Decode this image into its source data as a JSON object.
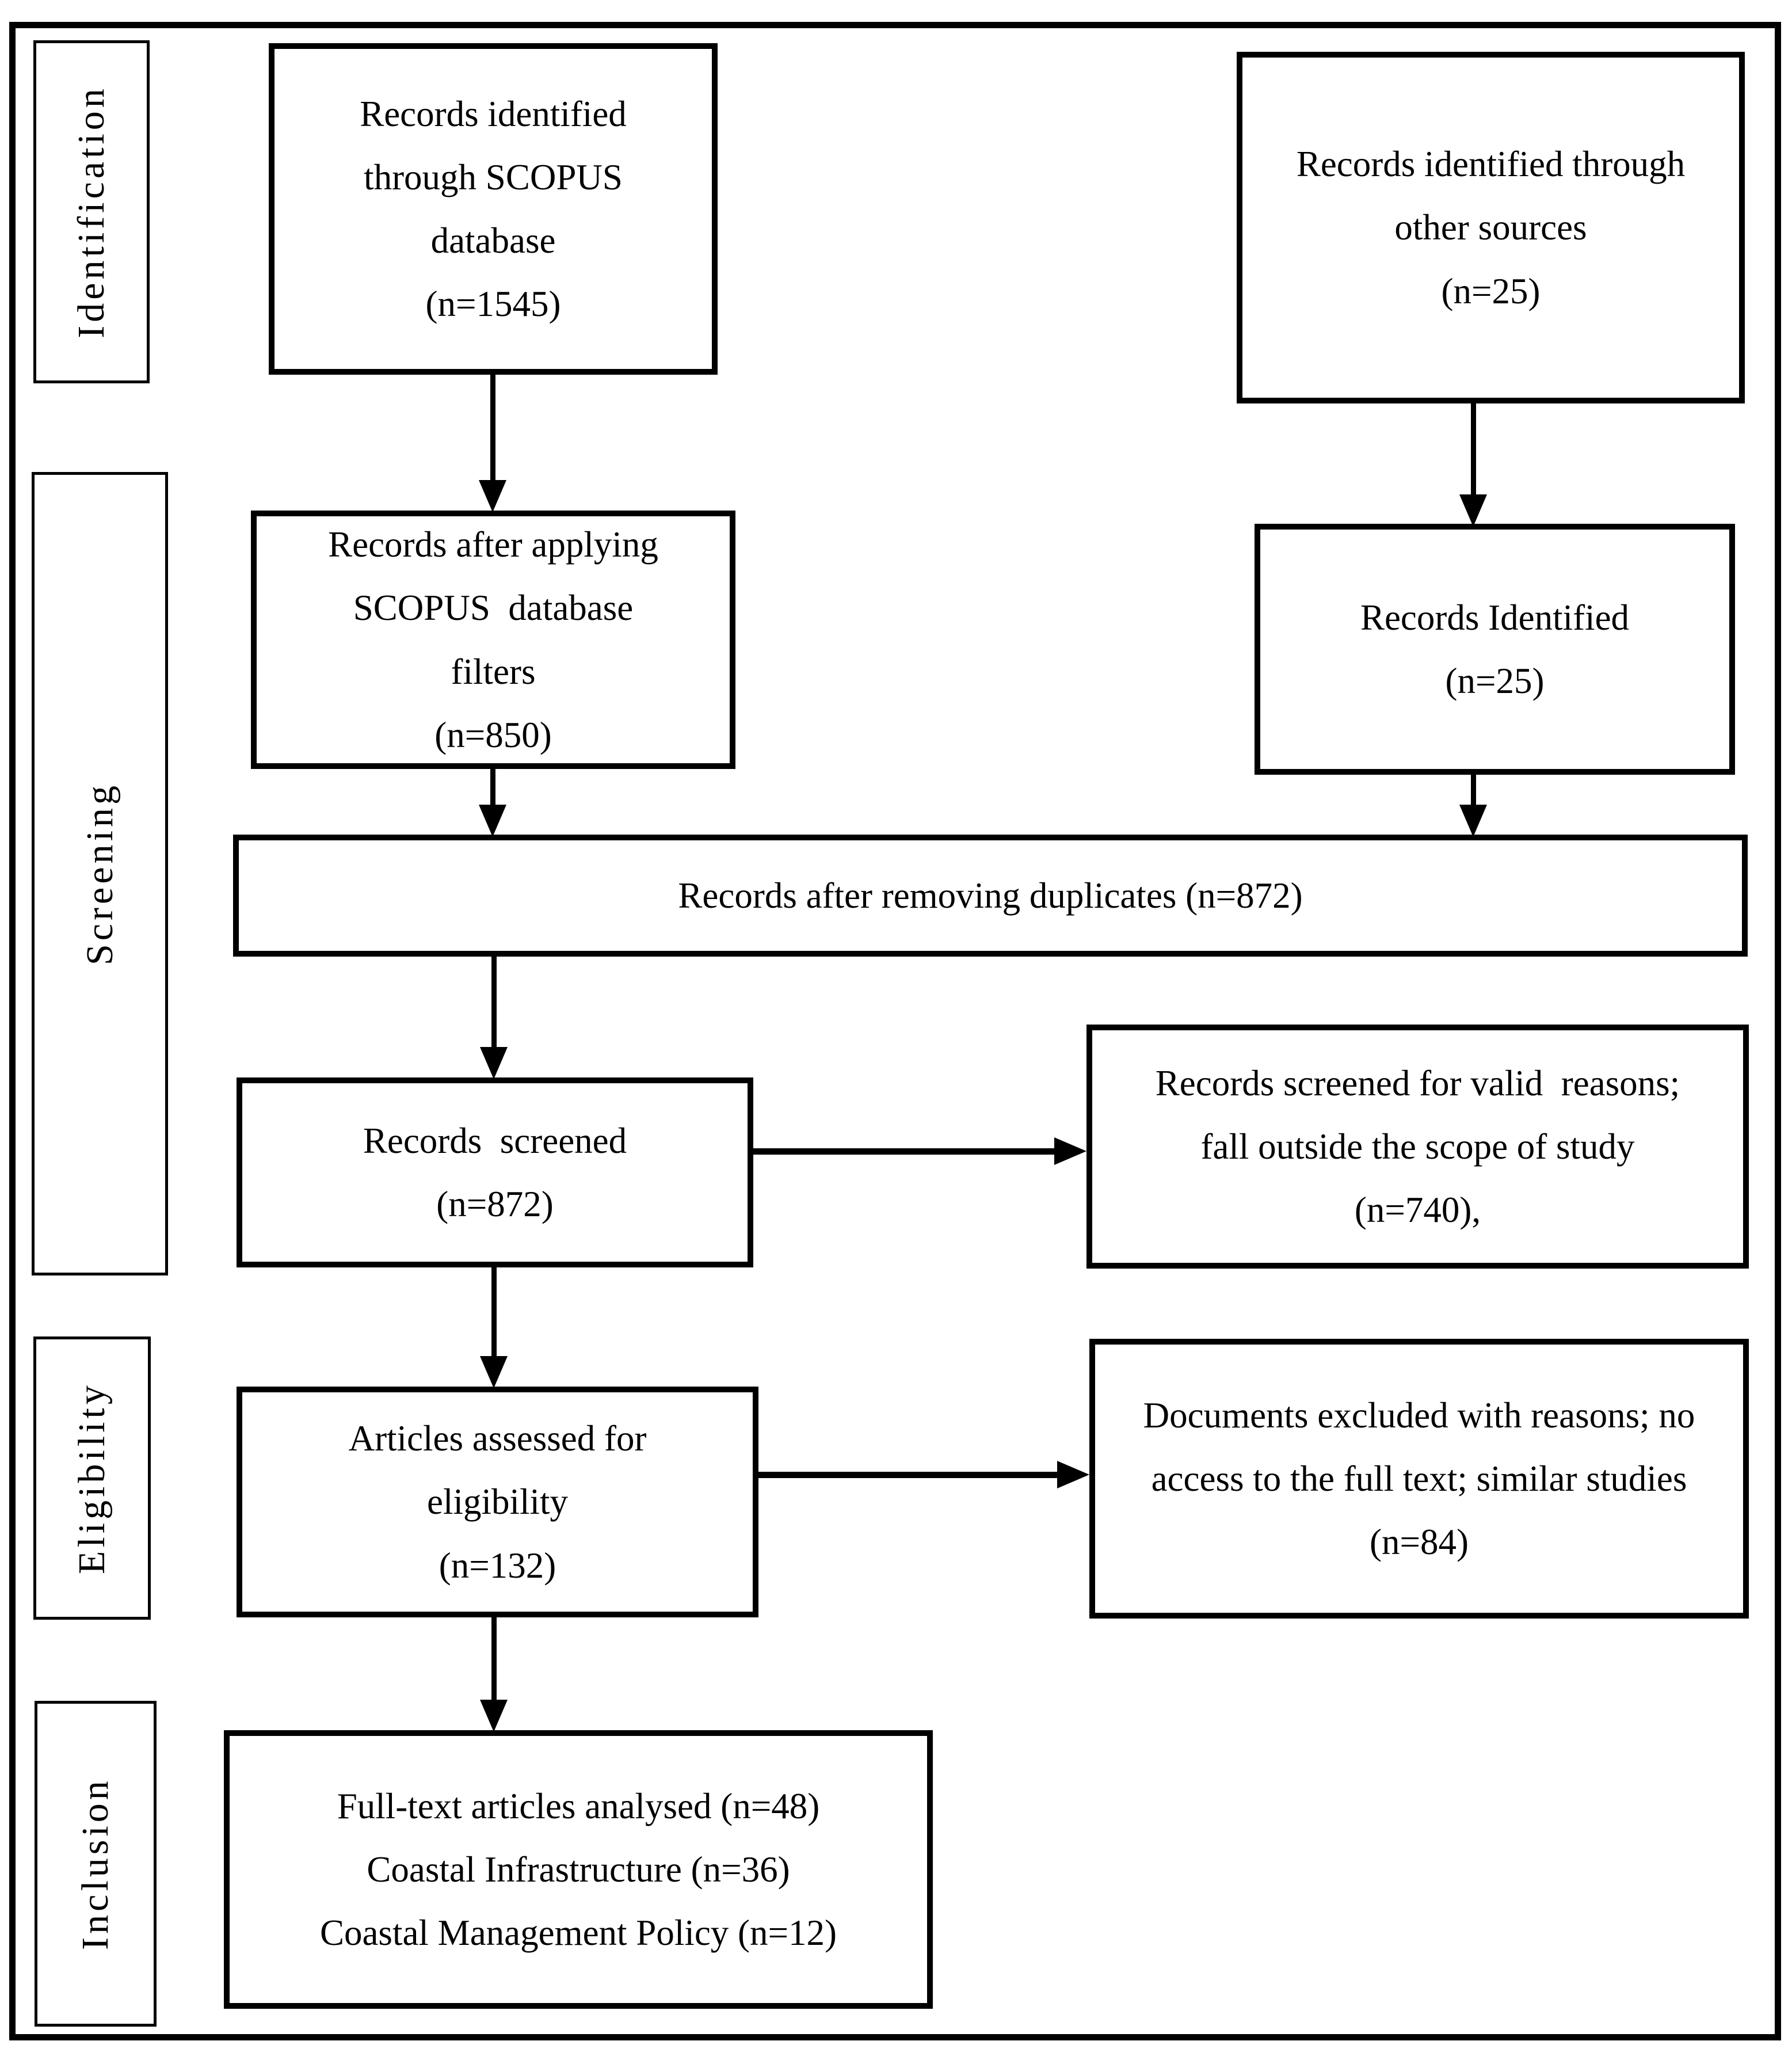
{
  "stages": {
    "identification": "Identification",
    "screening": "Screening",
    "eligibility": "Eligibility",
    "inclusion": "Inclusion"
  },
  "boxes": {
    "scopus": "Records identified\nthrough SCOPUS\ndatabase\n(n=1545)",
    "other_sources": "Records identified through\nother sources\n(n=25)",
    "filters": "Records after applying\nSCOPUS  database\nfilters\n(n=850)",
    "records_identified": "Records Identified\n(n=25)",
    "duplicates": "Records after removing duplicates (n=872)",
    "screened": "Records  screened\n(n=872)",
    "screened_excluded": "Records screened for valid  reasons;\nfall outside the scope of study\n(n=740),",
    "assessed": "Articles assessed for\neligibility\n(n=132)",
    "documents_excluded": "Documents excluded with reasons; no\naccess to the full text; similar studies\n(n=84)",
    "included": "Full-text articles analysed (n=48)\nCoastal Infrastructure (n=36)\nCoastal Management Policy (n=12)"
  },
  "counts": {
    "scopus": 1545,
    "other_sources": 25,
    "after_filters": 850,
    "after_duplicates": 872,
    "screened": 872,
    "screened_excluded": 740,
    "assessed": 132,
    "excluded_reasons": 84,
    "included_total": 48,
    "coastal_infrastructure": 36,
    "coastal_management_policy": 12
  }
}
